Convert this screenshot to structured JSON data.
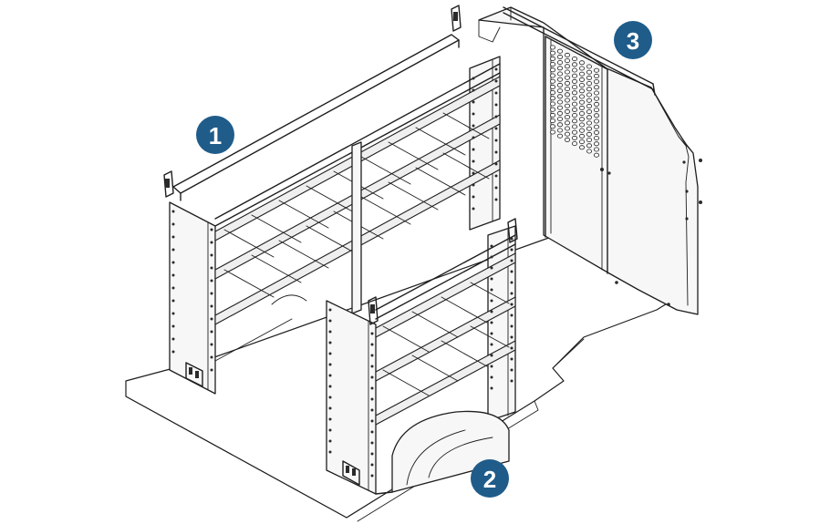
{
  "callouts": [
    {
      "label": "1"
    },
    {
      "label": "2"
    },
    {
      "label": "3"
    }
  ],
  "colors": {
    "callout_fill": "#1f5c8a",
    "callout_text": "#ffffff",
    "line": "#1e1e1e"
  }
}
